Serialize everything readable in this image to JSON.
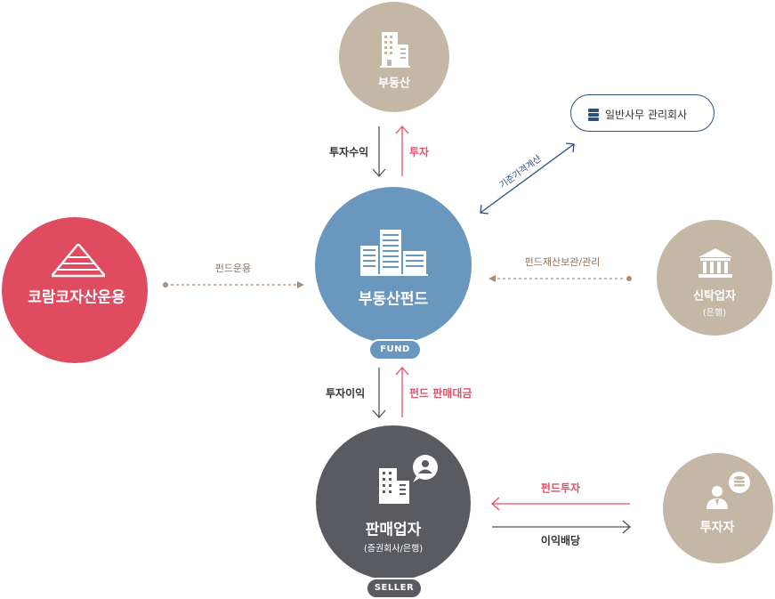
{
  "colors": {
    "beige": "#c4b7a6",
    "blue": "#6a97bd",
    "red": "#df4c60",
    "dark": "#5a5b60",
    "navy": "#2f4f7f",
    "pink": "#e35168",
    "arrow_gray": "#555555",
    "dotted": "#a98e78"
  },
  "nodes": {
    "real_estate": {
      "label": "부동산",
      "icon": "building-icon"
    },
    "fund": {
      "label": "부동산펀드",
      "badge": "FUND",
      "icon": "buildings-icon"
    },
    "manager": {
      "label": "코람코자산운용",
      "icon": "koramco-logo-icon"
    },
    "trustee": {
      "label": "신탁업자",
      "sublabel": "(은행)",
      "icon": "bank-icon"
    },
    "admin": {
      "label": "일반사무 관리회사",
      "icon": "server-icon"
    },
    "seller": {
      "label": "판매업자",
      "sublabel": "(증권회사/은행)",
      "badge": "SELLER",
      "icon": "building-person-icon"
    },
    "investor": {
      "label": "투자자",
      "icon": "investor-coins-icon"
    }
  },
  "flows": {
    "return_up": "투자수익",
    "invest_down": "투자",
    "fund_management": "펀드운용",
    "custody": "펀드재산보관/관리",
    "nav_calc": "기준가격계산",
    "return_down": "투자이익",
    "sales_proceeds": "펀드 판매대금",
    "fund_investment": "펀드투자",
    "dividend": "이익배당"
  }
}
